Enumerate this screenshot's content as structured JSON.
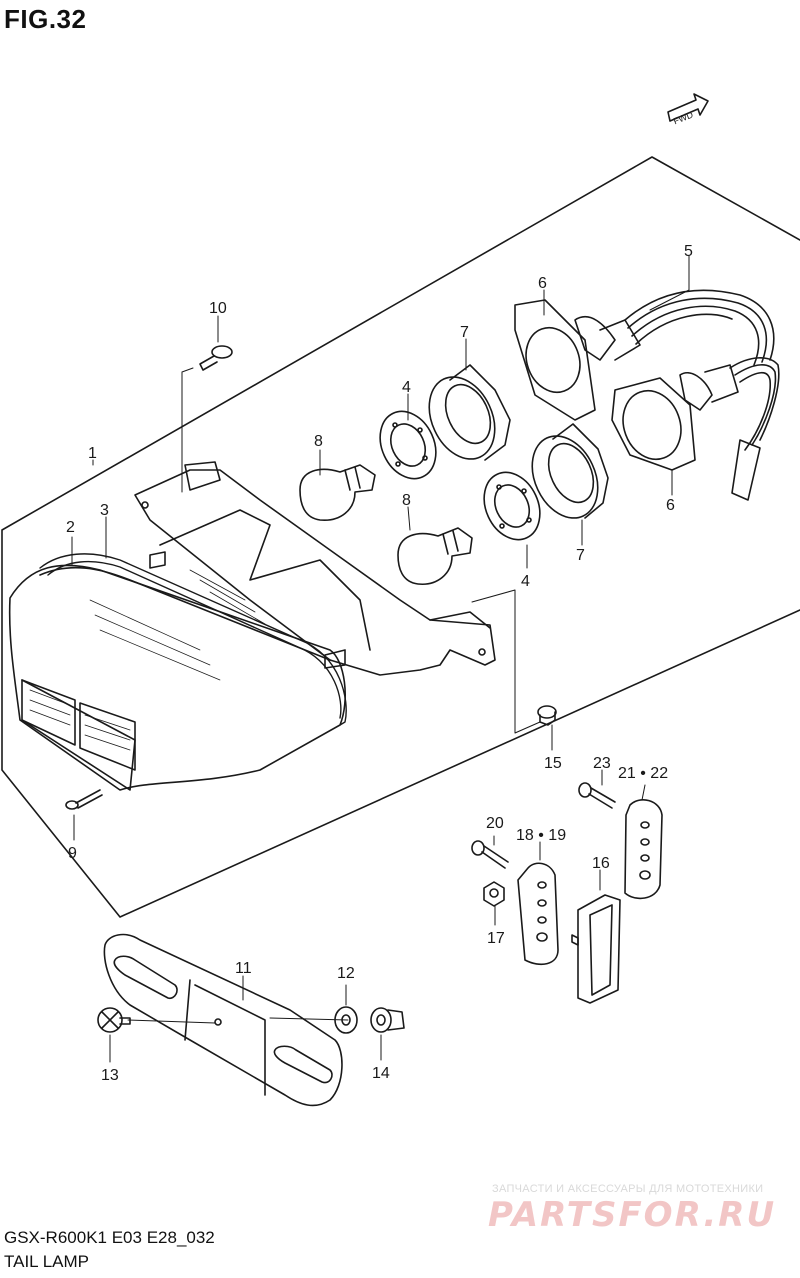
{
  "figure": {
    "title": "FIG.32",
    "model_code": "GSX-R600K1 E03 E28_032",
    "caption": "TAIL LAMP",
    "fwd_label": "FWD"
  },
  "callouts": [
    "1",
    "2",
    "3",
    "4",
    "4",
    "5",
    "6",
    "6",
    "7",
    "7",
    "8",
    "8",
    "9",
    "10",
    "11",
    "12",
    "13",
    "14",
    "15",
    "16",
    "17",
    "18 • 19",
    "20",
    "21 • 22",
    "23"
  ],
  "watermark": {
    "tagline": "ЗАПЧАСТИ И АКСЕССУАРЫ ДЛЯ МОТОТЕХНИКИ",
    "brand": "PARTSFOR.RU"
  },
  "colors": {
    "ink": "#1a1a1a",
    "watermark_brand": "#f2c6c6",
    "watermark_tagline": "#d9d9d9"
  }
}
